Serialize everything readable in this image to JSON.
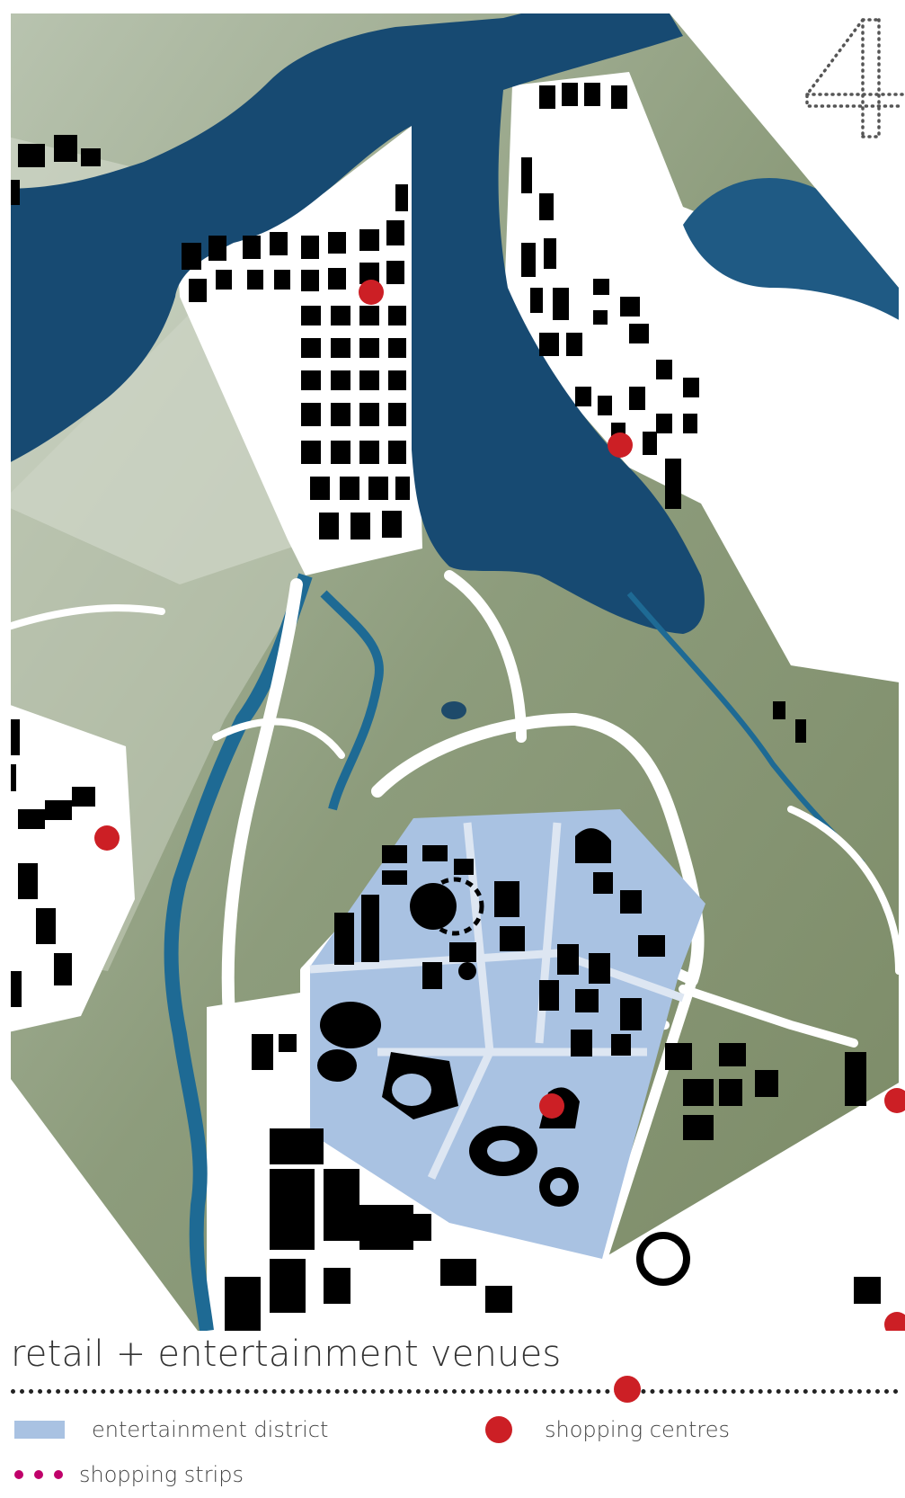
{
  "page": {
    "number": "4",
    "title": "retail + entertainment venues"
  },
  "legend": {
    "entertainment_district": {
      "label": "entertainment district",
      "color": "#a9c2e2"
    },
    "shopping_centres": {
      "label": "shopping centres",
      "color": "#cc1f25"
    },
    "shopping_strips": {
      "label": "shopping strips",
      "color": "#c0006a"
    }
  },
  "colors": {
    "water": "#174a72",
    "land": "#8a9a7a",
    "roads": "#ffffff",
    "buildings": "#000000"
  }
}
